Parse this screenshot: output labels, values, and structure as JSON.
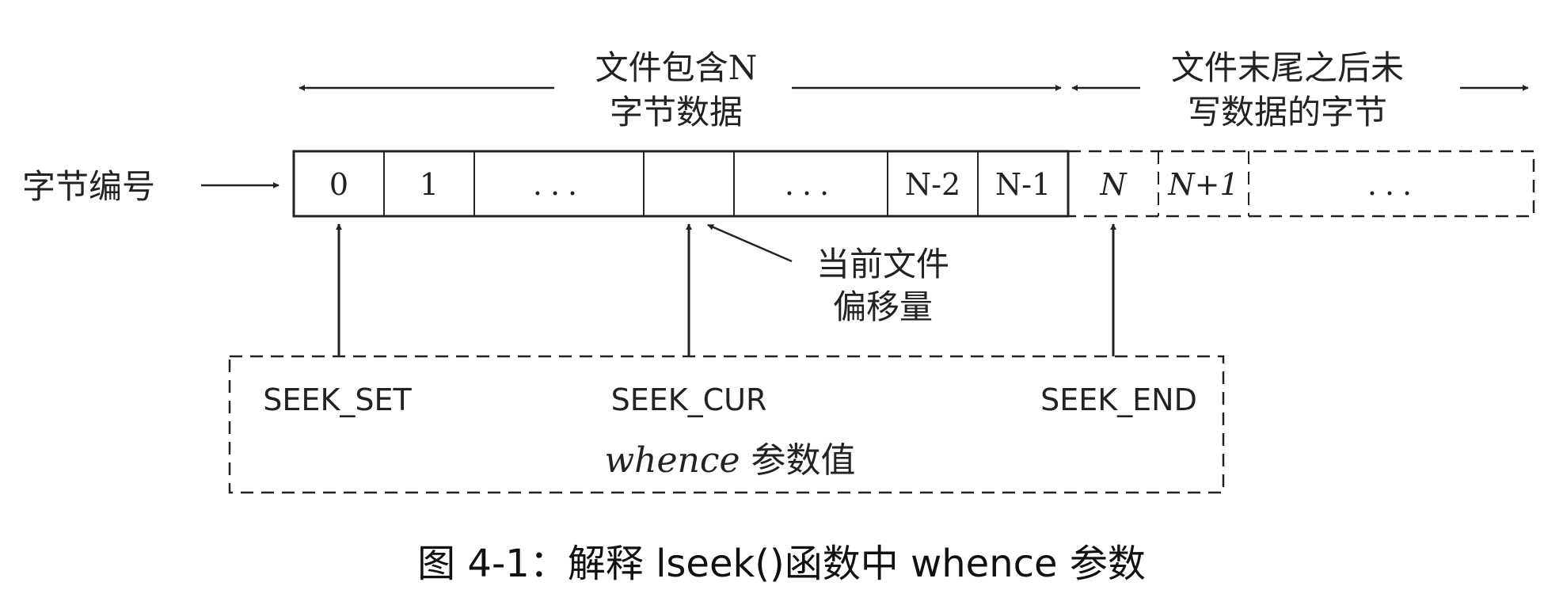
{
  "labels": {
    "file_contains": [
      "文件包含N",
      "字节数据"
    ],
    "after_eof": [
      "文件末尾之后未",
      "写数据的字节"
    ],
    "byte_number": "字节编号",
    "current_offset": [
      "当前文件",
      "偏移量"
    ],
    "whence_italic": "whence",
    "whence_rest": "参数值"
  },
  "cells_in_file": [
    "0",
    "1",
    "...",
    "",
    "...",
    "N-2",
    "N-1"
  ],
  "cells_after_eof": [
    "N",
    "N+1",
    "..."
  ],
  "whence_values": [
    "SEEK_SET",
    "SEEK_CUR",
    "SEEK_END"
  ],
  "caption": "图 4-1：解释 lseek()函数中 whence 参数",
  "colors": {
    "ink": "#222222",
    "background": "#ffffff"
  }
}
